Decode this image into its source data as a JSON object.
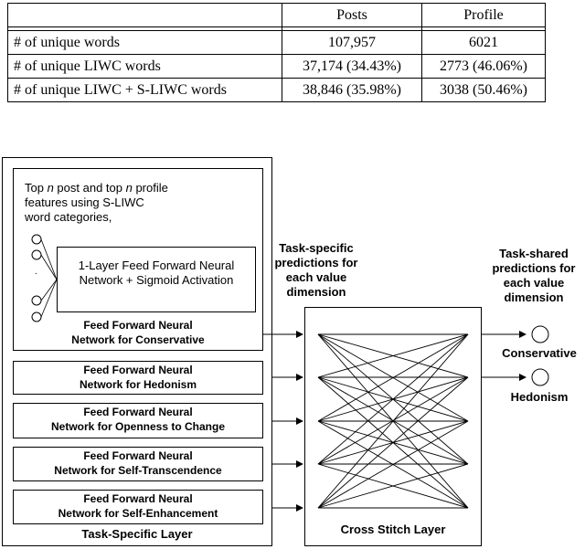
{
  "table": {
    "headers": [
      "",
      "Posts",
      "Profile"
    ],
    "rows": [
      {
        "label": "# of unique words",
        "posts": "107,957",
        "profile": "6021"
      },
      {
        "label": "# of unique LIWC words",
        "posts": "37,174 (34.43%)",
        "profile": "2773 (46.06%)"
      },
      {
        "label": "# of unique LIWC + S-LIWC words",
        "posts": "38,846 (35.98%)",
        "profile": "3038 (50.46%)"
      }
    ]
  },
  "diagram": {
    "input_desc": {
      "line1_pre": "Top ",
      "line1_n1": "n",
      "line1_mid": " post and top ",
      "line1_n2": "n",
      "line1_post": " profile",
      "line2": "features using S-LIWC",
      "line3": "word categories,"
    },
    "inner_network": {
      "line1": "1-Layer Feed Forward Neural",
      "line2": "Network + Sigmoid Activation"
    },
    "ellipsis": ".",
    "networks": [
      {
        "line1": "Feed Forward Neural",
        "line2": "Network for Conservative"
      },
      {
        "line1": "Feed Forward Neural",
        "line2": "Network for Hedonism"
      },
      {
        "line1": "Feed Forward Neural",
        "line2": "Network for Openness to Change"
      },
      {
        "line1": "Feed Forward Neural",
        "line2": "Network for Self-Transcendence"
      },
      {
        "line1": "Feed Forward Neural",
        "line2": "Network for Self-Enhancement"
      }
    ],
    "task_specific_label": "Task-Specific Layer",
    "task_specific_preds": [
      "Task-specific",
      "predictions for",
      "each value",
      "dimension"
    ],
    "task_shared_preds": [
      "Task-shared",
      "predictions for",
      "each value",
      "dimension"
    ],
    "cross_stitch_label": "Cross Stitch Layer",
    "outputs": [
      "Conservative",
      "Hedonism"
    ]
  }
}
